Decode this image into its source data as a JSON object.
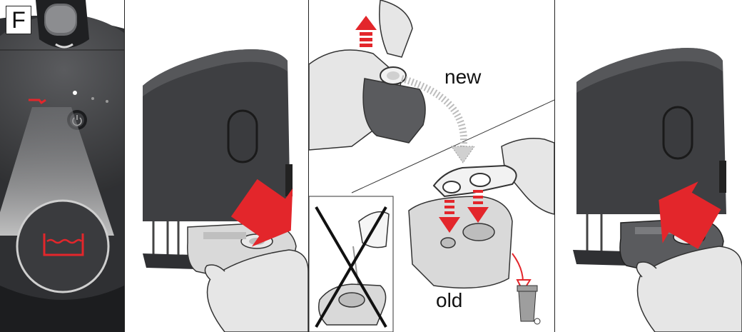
{
  "step_letter": "F",
  "labels": {
    "new": "new",
    "old": "old"
  },
  "colors": {
    "accent_red": "#e3262b",
    "housing_dark": "#3e3f42",
    "cartridge_gray": "#d9d9d9",
    "hand_gray": "#e6e6e6"
  },
  "icons": {
    "water_indicator": "water-level-icon",
    "power": "power-icon",
    "trash": "trash-bin-icon"
  }
}
